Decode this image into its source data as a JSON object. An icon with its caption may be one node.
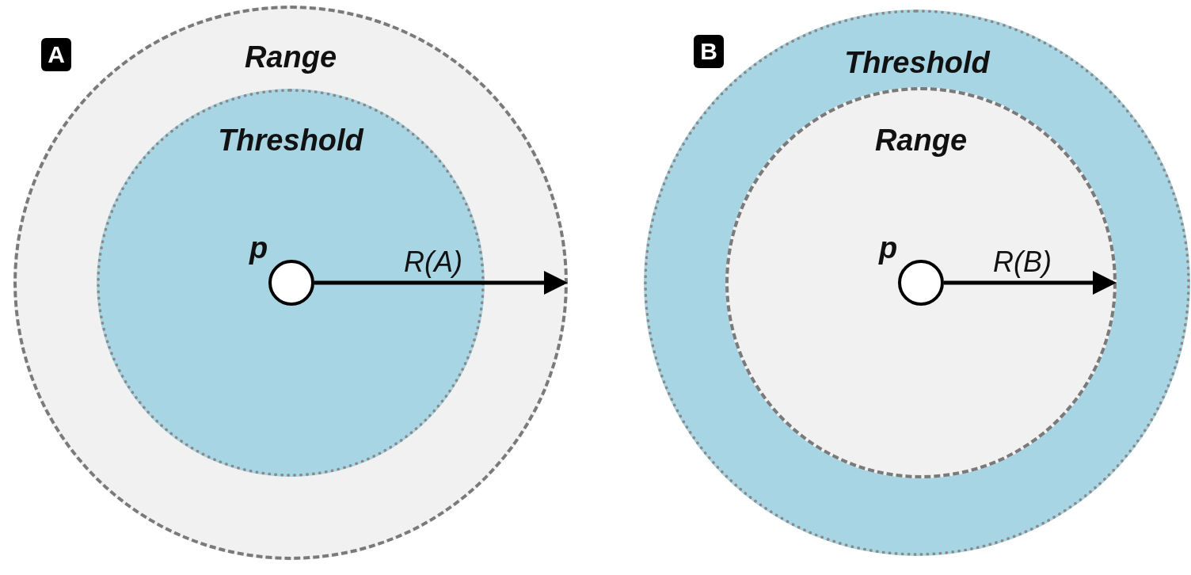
{
  "diagram": {
    "nodes": [
      {
        "text": [
          "Range"
        ]
      },
      {
        "text": [
          "Threshold"
        ],
        "in": 0
      },
      {
        "text": [],
        "shape": "circle",
        "in": 1,
        "beside": [
          "p"
        ]
      },
      {
        "text": [
          "Threshold"
        ]
      },
      {
        "text": [
          "Range"
        ],
        "in": 3
      },
      {
        "text": [],
        "shape": "circle",
        "in": 4,
        "beside": [
          "p"
        ]
      }
    ],
    "edges": [
      {
        "from": 2,
        "to": 0,
        "arrow": "to",
        "label": "R(A)"
      },
      {
        "from": 5,
        "to": 4,
        "arrow": "to",
        "label": "R(B)"
      }
    ],
    "labels": [
      "A",
      "B"
    ]
  }
}
